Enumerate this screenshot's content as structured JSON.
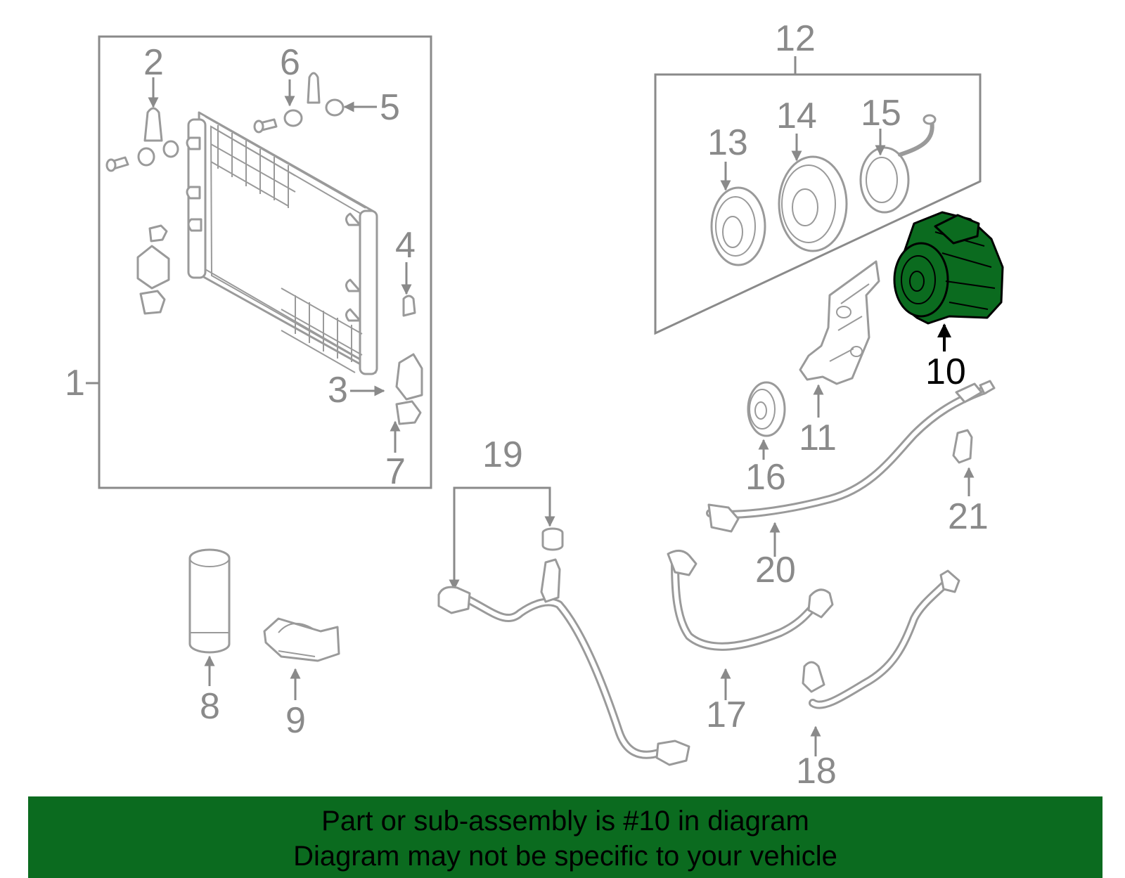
{
  "callouts": {
    "c1": "1",
    "c2": "2",
    "c3": "3",
    "c4": "4",
    "c5": "5",
    "c6": "6",
    "c7": "7",
    "c8": "8",
    "c9": "9",
    "c10": "10",
    "c11": "11",
    "c12": "12",
    "c13": "13",
    "c14": "14",
    "c15": "15",
    "c16": "16",
    "c17": "17",
    "c18": "18",
    "c19": "19",
    "c20": "20",
    "c21": "21"
  },
  "highlighted_part": "10",
  "colors": {
    "highlight": "#0b6b1f",
    "parts": "#9a9a9a",
    "labels": "#8a8a8a"
  },
  "banner": {
    "line1": "Part or sub-assembly is #10 in diagram",
    "line2": "Diagram may not be specific to your vehicle"
  }
}
